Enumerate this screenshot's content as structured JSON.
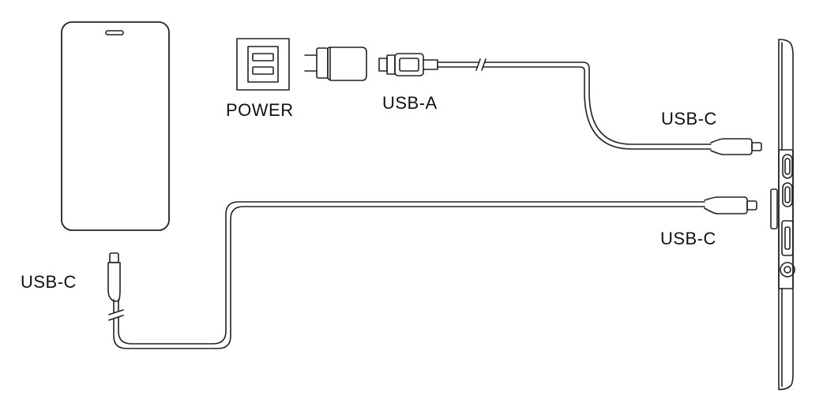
{
  "labels": {
    "power": "POWER",
    "usb_a": "USB-A",
    "usb_c_display_top": "USB-C",
    "usb_c_display_bottom": "USB-C",
    "usb_c_phone": "USB-C"
  },
  "colors": {
    "line": "#222222",
    "background": "#ffffff"
  },
  "icons": [
    "phone-icon",
    "wall-outlet-icon",
    "power-adapter-icon",
    "usb-a-plug-icon",
    "usb-c-plug-icon",
    "portable-display-icon"
  ]
}
